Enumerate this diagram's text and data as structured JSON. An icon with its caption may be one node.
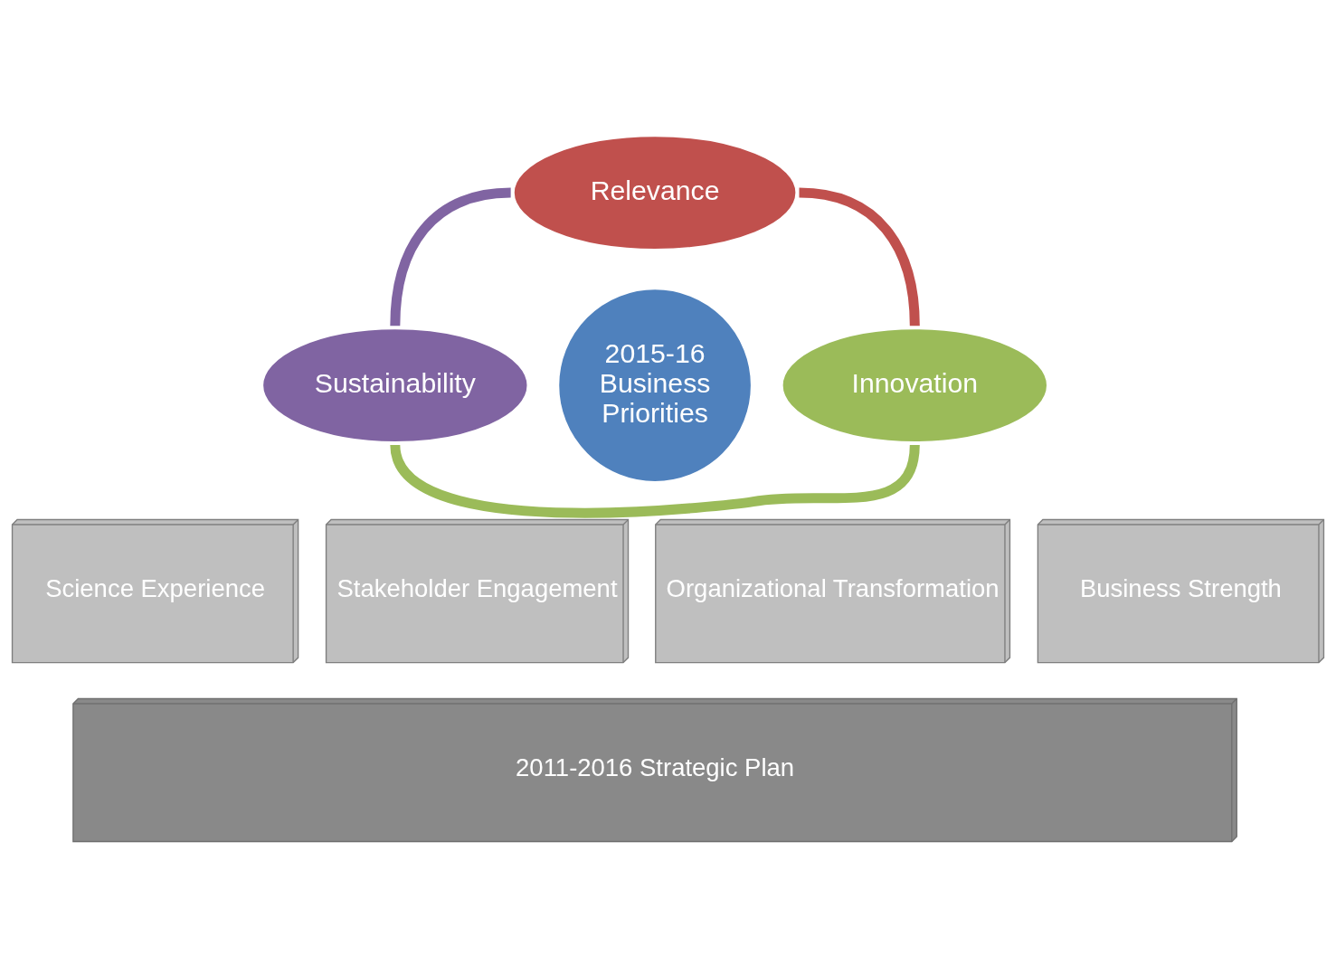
{
  "diagram": {
    "nodes": [
      {
        "text": [
          "Relevance"
        ]
      },
      {
        "text": [
          "2015-16 Business Priorities"
        ]
      },
      {
        "text": [
          "Sustainability"
        ]
      },
      {
        "text": [
          "Innovation"
        ]
      },
      {
        "text": [
          "Science Experience"
        ]
      },
      {
        "text": [
          "Stakeholder Engagement"
        ]
      },
      {
        "text": [
          "Organizational Transformation"
        ]
      },
      {
        "text": [
          "Business Strength"
        ]
      },
      {
        "text": [
          "2011-2016 Strategic Plan"
        ]
      }
    ],
    "edges": [
      {
        "from": 0,
        "to": 3,
        "arrow": "none",
        "color": "#c0504d"
      },
      {
        "from": 3,
        "to": 2,
        "arrow": "none",
        "color": "#9bbb59"
      },
      {
        "from": 2,
        "to": 0,
        "arrow": "none",
        "color": "#8064a2"
      }
    ]
  }
}
